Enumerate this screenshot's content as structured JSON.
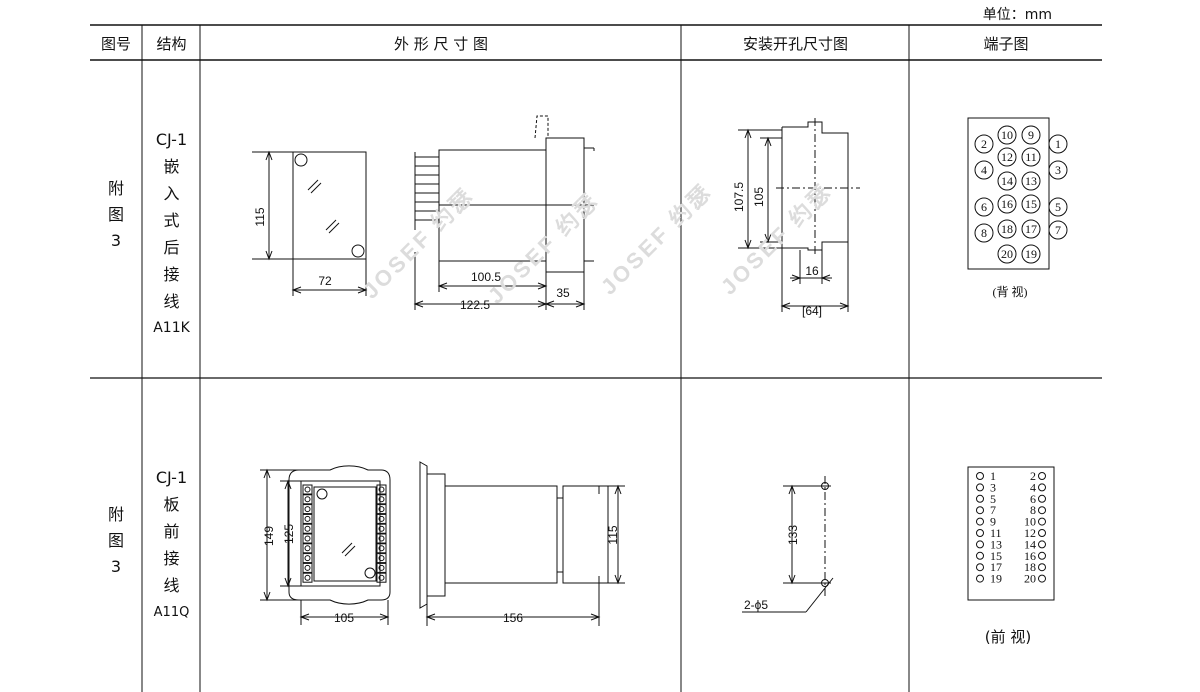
{
  "unit_label": "单位：mm",
  "headers": {
    "fig_no": "图号",
    "structure": "结构",
    "outline": "外 形 尺 寸 图",
    "cutout": "安装开孔尺寸图",
    "terminal": "端子图"
  },
  "rows": [
    {
      "fig": [
        "附",
        "图",
        "3"
      ],
      "structure": [
        "CJ-1",
        "嵌",
        "入",
        "式",
        "后",
        "接",
        "线",
        "A11K"
      ],
      "dims": {
        "d115": "115",
        "d72": "72",
        "d100_5": "100.5",
        "d122_5": "122.5",
        "d35": "35",
        "d107_5": "107.5",
        "d105": "105",
        "d16": "16",
        "d64": "[64]"
      },
      "terminal_numbers": [
        "10",
        "9",
        "2",
        "1",
        "12",
        "11",
        "4",
        "3",
        "14",
        "13",
        "6",
        "16",
        "15",
        "5",
        "8",
        "18",
        "17",
        "7",
        "20",
        "19"
      ],
      "terminal_view": "(背 视)"
    },
    {
      "fig": [
        "附",
        "图",
        "3"
      ],
      "structure": [
        "CJ-1",
        "板",
        "前",
        "接",
        "线",
        "A11Q"
      ],
      "dims": {
        "d149": "149",
        "d125": "125",
        "d105": "105",
        "d156": "156",
        "d115": "115",
        "d133": "133",
        "hole": "2-ϕ5"
      },
      "terminal_left": [
        "1",
        "3",
        "5",
        "7",
        "9",
        "11",
        "13",
        "15",
        "17",
        "19"
      ],
      "terminal_right": [
        "2",
        "4",
        "6",
        "8",
        "10",
        "12",
        "14",
        "16",
        "18",
        "20"
      ],
      "terminal_view": "(前 视)"
    }
  ],
  "watermark": "JOSEF 约瑟"
}
